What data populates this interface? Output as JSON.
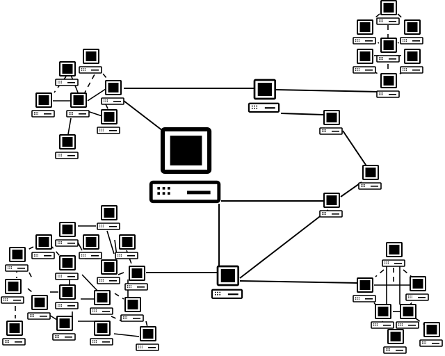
{
  "diagram": {
    "type": "network-topology",
    "background": "#ffffff",
    "stroke_color": "#000000",
    "screen_color": "#000000",
    "case_color": "#ffffff",
    "server_count": 1,
    "hub_count": 7,
    "cluster_count": 4,
    "icons": [
      "server-computer-icon",
      "hub-computer-icon",
      "computer-icon"
    ]
  }
}
